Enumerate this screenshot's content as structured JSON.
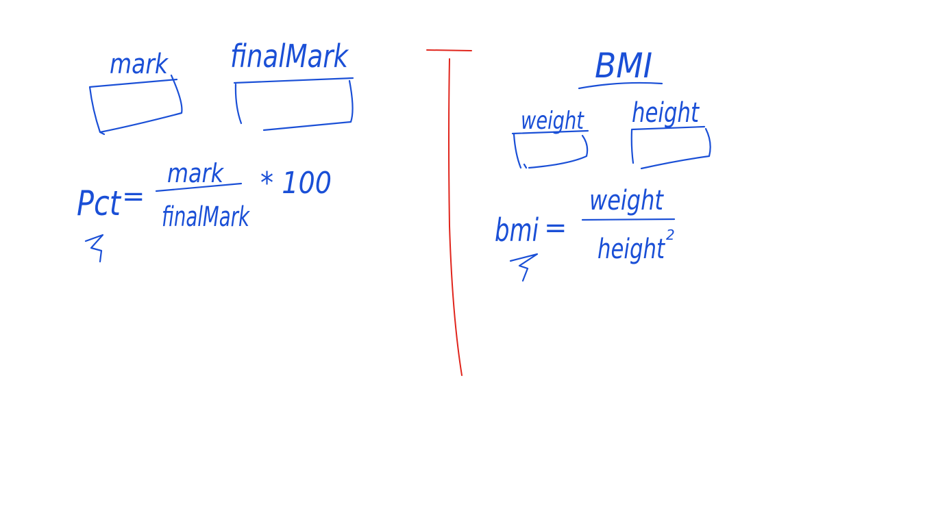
{
  "colors": {
    "ink": "#1a4fd6",
    "divider": "#e0241b",
    "background": "#ffffff"
  },
  "left": {
    "input1_label": "mark",
    "input2_label": "finalMark",
    "formula": {
      "lhs": "Pct",
      "equals": "=",
      "numerator": "mark",
      "denominator": "finalMark",
      "multiplier": "* 100"
    }
  },
  "right": {
    "title": "BMI",
    "input1_label": "weight",
    "input2_label": "height",
    "formula": {
      "lhs": "bmi",
      "equals": "=",
      "numerator": "weight",
      "denominator": "height",
      "exponent": "2"
    }
  }
}
